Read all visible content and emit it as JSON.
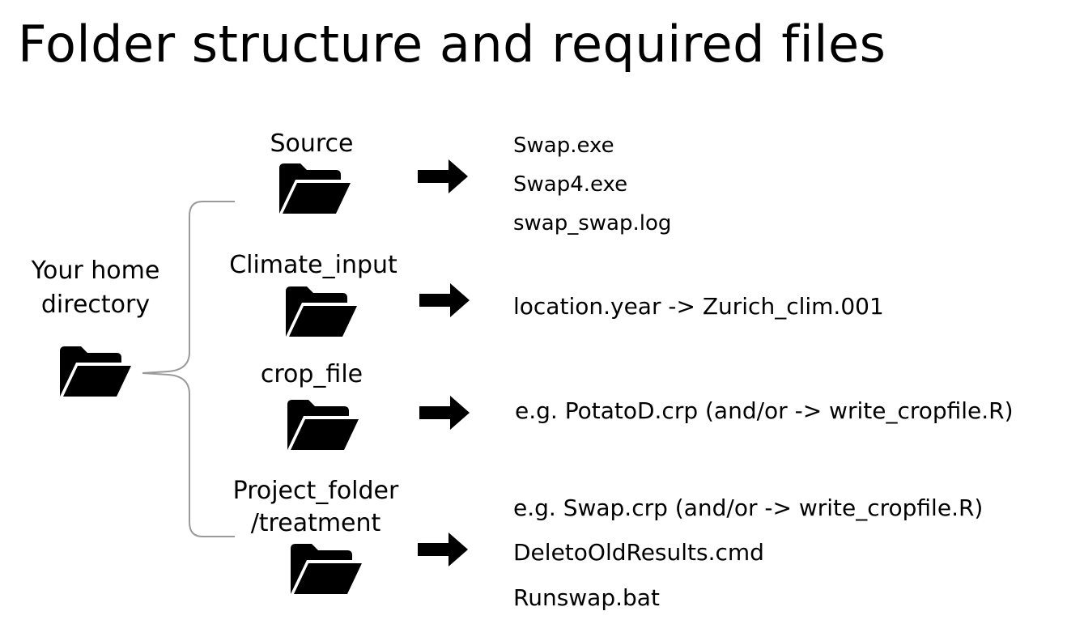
{
  "title": "Folder structure and required files",
  "home_directory": {
    "label_line1": "Your home",
    "label_line2": "directory",
    "icon": "folder-open-icon"
  },
  "folders": [
    {
      "label": "Source",
      "icon": "folder-open-icon",
      "files": [
        "Swap.exe",
        "Swap4.exe",
        "swap_swap.log"
      ]
    },
    {
      "label": "Climate_input",
      "icon": "folder-open-icon",
      "files": [
        "location.year -> Zurich_clim.001"
      ]
    },
    {
      "label": "crop_file",
      "icon": "folder-open-icon",
      "files": [
        "e.g. PotatoD.crp (and/or -> write_cropfile.R)"
      ]
    },
    {
      "label_line1": "Project_folder",
      "label_line2": "/treatment",
      "icon": "folder-open-icon",
      "files": [
        "e.g. Swap.crp (and/or -> write_cropfile.R)",
        "DeletoOldResults.cmd",
        "Runswap.bat"
      ]
    }
  ],
  "arrow_icon": "right-arrow-icon",
  "colors": {
    "ink": "#000000",
    "brace": "#9a9a9a",
    "background": "#ffffff"
  }
}
